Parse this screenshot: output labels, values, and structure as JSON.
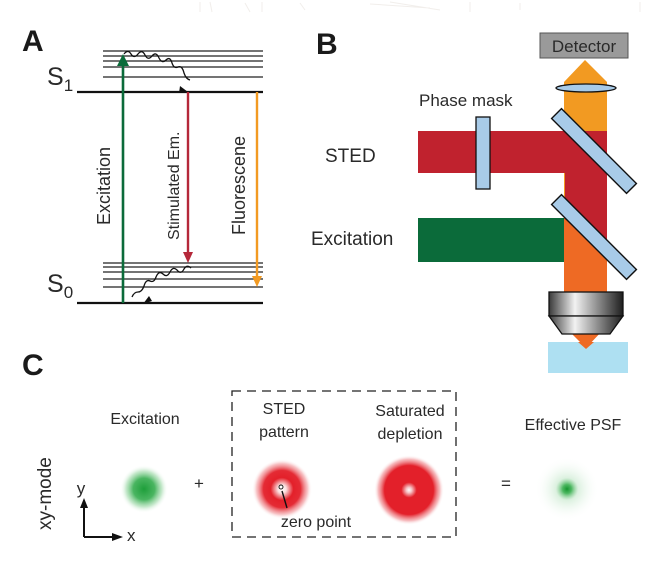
{
  "panels": {
    "a": {
      "label": "A",
      "title": "Jablonski energy diagram",
      "levels": {
        "upper": {
          "symbol": "S",
          "subscript": "1"
        },
        "lower": {
          "symbol": "S",
          "subscript": "0"
        }
      },
      "transitions": {
        "excitation": "Excitation",
        "stimulated": "Stimulated Em.",
        "fluorescence": "Fluorescene"
      }
    },
    "b": {
      "label": "B",
      "title": "STED microscope setup",
      "detector": "Detector",
      "phase_mask": "Phase mask",
      "sted_beam": "STED",
      "excitation_beam": "Excitation"
    },
    "c": {
      "label": "C",
      "mode": "xy-mode",
      "axis_y": "y",
      "axis_x": "x",
      "excitation": "Excitation",
      "plus": "+",
      "sted_pattern_line1": "STED",
      "sted_pattern_line2": "pattern",
      "zero_point": "zero point",
      "saturated_line1": "Saturated",
      "saturated_line2": "depletion",
      "equals": "=",
      "effective_psf": "Effective PSF"
    }
  },
  "colors": {
    "excitation_green": "#0b6b3a",
    "sted_red": "#c0222e",
    "fluorescence_orange": "#f29a22",
    "combined_orange": "#ee6a24",
    "optic_blue": "#a8cbe8",
    "sample_blue": "#aee0f2",
    "detector_gray": "#9a9a9a",
    "psf_green": "#1ea23a",
    "psf_red": "#e3202a"
  }
}
